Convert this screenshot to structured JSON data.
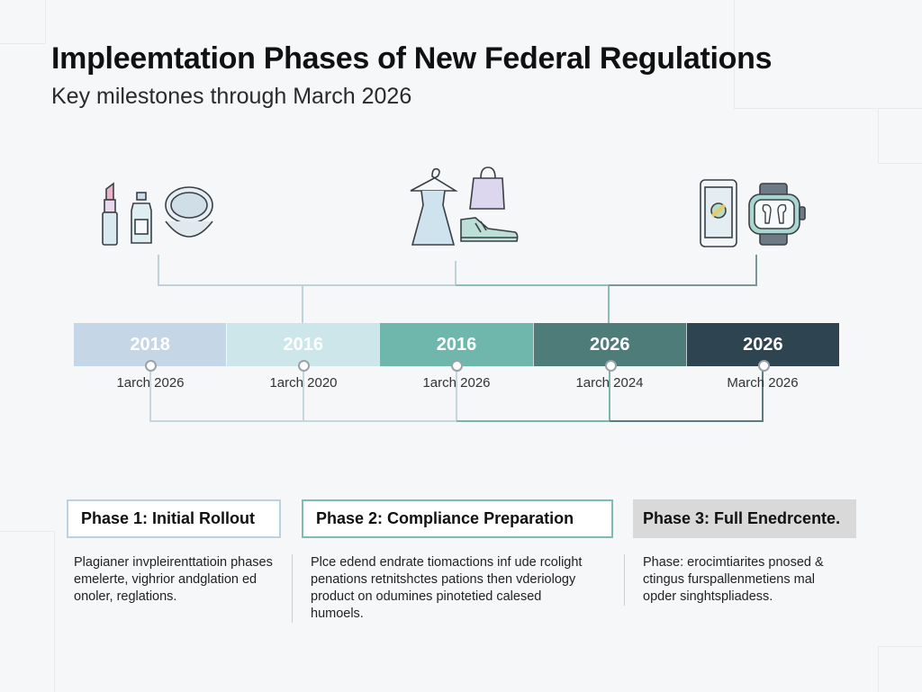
{
  "header": {
    "title": "Impleemtation Phases of New Federal Regulations",
    "subtitle": "Key milestones through March 2026"
  },
  "icon_groups": [
    {
      "name": "beauty",
      "icons": [
        "lipstick-icon",
        "serum-bottle-icon",
        "compact-mirror-icon"
      ]
    },
    {
      "name": "apparel",
      "icons": [
        "dress-on-hanger-icon",
        "shopping-bag-icon",
        "sneaker-icon"
      ]
    },
    {
      "name": "electronics",
      "icons": [
        "smartphone-icon",
        "smartwatch-icon",
        "earbuds-icon"
      ]
    }
  ],
  "timeline": {
    "segments": [
      {
        "year": "2018",
        "date": "1arch 2026",
        "color": "#c5d6e6"
      },
      {
        "year": "2016",
        "date": "1arch 2020",
        "color": "#cde6ea"
      },
      {
        "year": "2016",
        "date": "1arch 2026",
        "color": "#6fb7ad"
      },
      {
        "year": "2026",
        "date": "1arch 2024",
        "color": "#4d7c79"
      },
      {
        "year": "2026",
        "date": "March 2026",
        "color": "#2e4451"
      }
    ]
  },
  "phases": [
    {
      "title": "Phase 1: Initial Rollout",
      "lines": [
        "Plagianer invpleirenttatioin phases",
        "emelerte, vighrior andglation ed",
        "onoler, reglations."
      ]
    },
    {
      "title": "Phase 2: Compliance Preparation",
      "lines": [
        "Plce edend endrate tiomactions inf ude rcolight",
        "penations retnitshctes pations then vderiology",
        "product on odumines pinotetied calesed",
        "humoels."
      ]
    },
    {
      "title": "Phase 3: Full Enedrcente.",
      "lines": [
        "Phase: erocimtiarites pnosed &",
        "ctingus furspallenmetiens mal",
        "opder singhtspliadess."
      ]
    }
  ],
  "colors": {
    "phase1_border": "#b9d3e4",
    "phase2_border": "#7dbcb2",
    "phase3_fill": "#d9d9d9",
    "connector": "#8fa7ad"
  }
}
